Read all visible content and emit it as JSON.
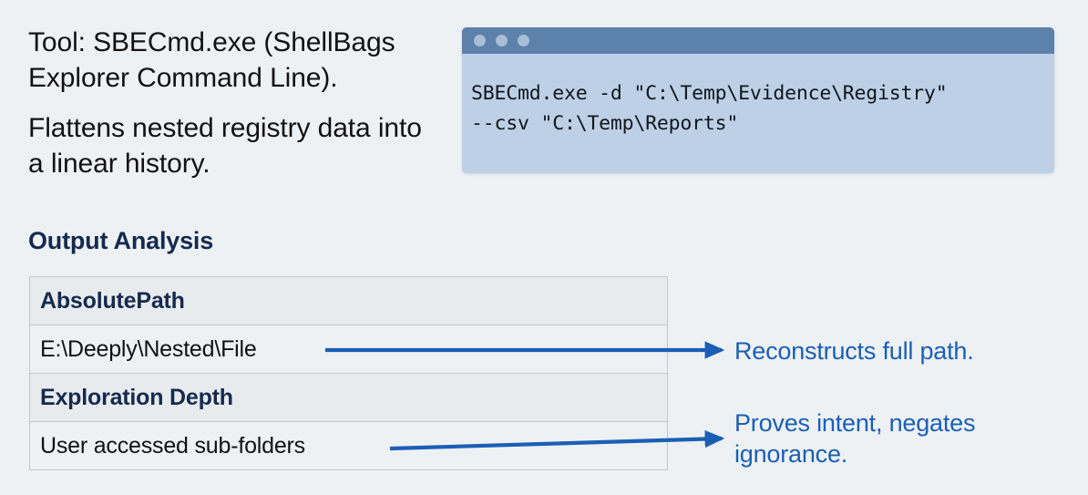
{
  "theme": {
    "page_background": "#eef1f4",
    "accent_blue": "#1a5fb4",
    "heading_navy": "#152a4e",
    "code_window_body": "#bdd0e6",
    "code_window_titlebar": "#5c81ab",
    "window_dot": "#a8bed4",
    "table_border": "#c3c8cf",
    "table_header_fill": "#e8ebee"
  },
  "intro": {
    "paragraphs": [
      "Tool: SBECmd.exe (ShellBags Explorer Command Line).",
      "Flattens nested registry data into a linear history."
    ]
  },
  "code_window": {
    "dots": [
      "window-dot-1",
      "window-dot-2",
      "window-dot-3"
    ],
    "lines": [
      "SBECmd.exe -d \"C:\\Temp\\Evidence\\Registry\"",
      "--csv \"C:\\Temp\\Reports\""
    ]
  },
  "section": {
    "heading": "Output Analysis"
  },
  "table": {
    "rows": [
      {
        "type": "header",
        "text": "AbsolutePath"
      },
      {
        "type": "value",
        "text": "E:\\Deeply\\Nested\\File"
      },
      {
        "type": "header",
        "text": "Exploration Depth"
      },
      {
        "type": "value",
        "text": "User accessed sub-folders"
      }
    ]
  },
  "annotations": [
    {
      "text": "Reconstructs full path."
    },
    {
      "text": "Proves intent, negates ignorance."
    }
  ]
}
